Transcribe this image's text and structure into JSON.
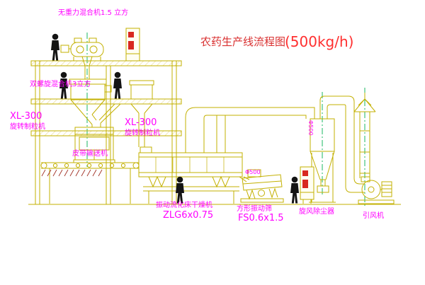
{
  "title": {
    "name": "农药生产线流程图",
    "capacity": "(500kg/h)"
  },
  "labels": {
    "mixer_top": "无重力混合机1.5 立方",
    "mixer_double": "双螺旋混合机3立方",
    "granulator_left_model": "XL-300",
    "granulator_left_name": "旋转制粒机",
    "granulator_right_model": "XL-300",
    "granulator_right_name": "旋转制粒机",
    "belt_conveyor": "皮带输送机",
    "dryer_name": "振动流化床干燥机",
    "dryer_model": "ZLG6x0.75",
    "screen_name": "方形振动筛",
    "screen_model": "FS0.6x1.5",
    "cyclone": "旋风除尘器",
    "fan": "引风机",
    "duct_dia_screen": "Φ500",
    "duct_dia_cyclone": "Φ500"
  },
  "colors": {
    "drawing_line": "#c3b000",
    "label_text": "#ff00ff",
    "title_text": "#e03030",
    "centerline": "#00b050",
    "figure_silhouette": "#141414",
    "panel_indicator": "#d82820",
    "background": "#ffffff"
  }
}
